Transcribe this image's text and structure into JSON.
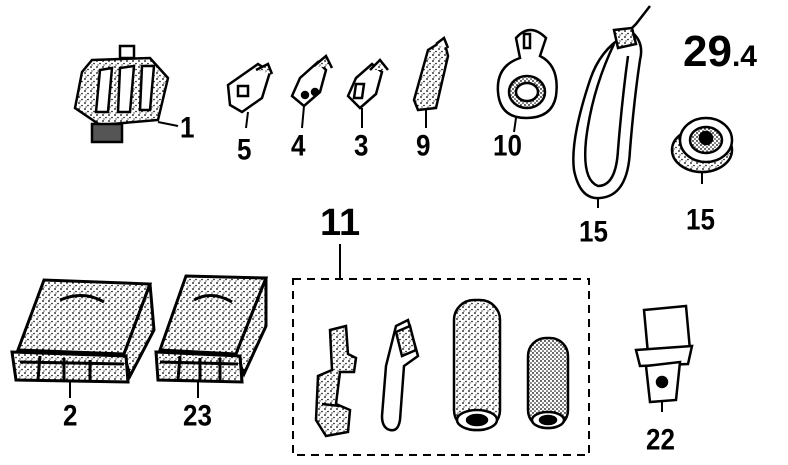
{
  "page_ref": {
    "main": "29",
    "sub": ".4"
  },
  "group_label": "11",
  "parts": [
    {
      "id": "part-1",
      "number": "1",
      "name": "connector-housing"
    },
    {
      "id": "part-5",
      "number": "5",
      "name": "terminal"
    },
    {
      "id": "part-4",
      "number": "4",
      "name": "terminal"
    },
    {
      "id": "part-3",
      "number": "3",
      "name": "terminal"
    },
    {
      "id": "part-9",
      "number": "9",
      "name": "terminal-pin"
    },
    {
      "id": "part-10",
      "number": "10",
      "name": "cable-clip"
    },
    {
      "id": "part-15a",
      "number": "15",
      "name": "cable-tie"
    },
    {
      "id": "part-15b",
      "number": "15",
      "name": "grommet"
    },
    {
      "id": "part-2",
      "number": "2",
      "name": "connector-cover"
    },
    {
      "id": "part-23",
      "number": "23",
      "name": "connector-cover"
    },
    {
      "id": "part-22",
      "number": "22",
      "name": "flat-connector"
    }
  ]
}
